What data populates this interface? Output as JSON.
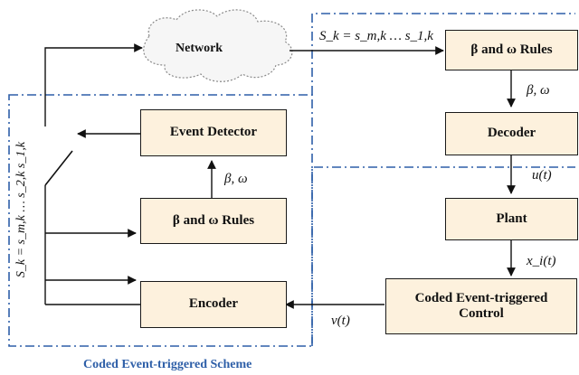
{
  "network": {
    "label": "Network"
  },
  "blocks": {
    "beta_omega_rules_top": "β and ω Rules",
    "decoder": "Decoder",
    "plant": "Plant",
    "coded_control": "Coded Event-triggered Control",
    "event_detector": "Event Detector",
    "beta_omega_rules_left": "β and ω Rules",
    "encoder": "Encoder"
  },
  "signals": {
    "network_to_rules": "S_k = s_m,k … s_1,k",
    "rules_to_decoder": "β, ω",
    "decoder_to_plant": "u(t)",
    "plant_to_control": "x_i(t)",
    "control_to_encoder": "v(t)",
    "rules_to_detector": "β, ω",
    "encoder_output": "S_k = s_m,k … s_2,k s_1,k"
  },
  "caption": "Coded Event-triggered Scheme",
  "colors": {
    "block_fill": "#fdf1dd",
    "dashed_border": "#2e5fa8",
    "caption": "#2e5fa8",
    "cloud_fill": "#f6f6f6"
  }
}
